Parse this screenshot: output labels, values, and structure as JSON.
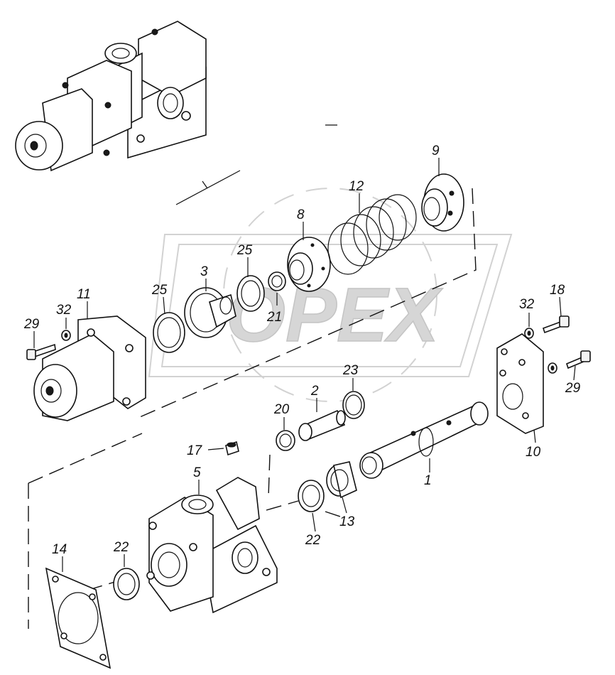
{
  "diagram": {
    "watermark_text": "OPEX",
    "callouts": [
      {
        "id": "c1",
        "label": "1"
      },
      {
        "id": "c2",
        "label": "2"
      },
      {
        "id": "c3",
        "label": "3"
      },
      {
        "id": "c5",
        "label": "5"
      },
      {
        "id": "c8",
        "label": "8"
      },
      {
        "id": "c9",
        "label": "9"
      },
      {
        "id": "c10",
        "label": "10"
      },
      {
        "id": "c11",
        "label": "11"
      },
      {
        "id": "c12",
        "label": "12"
      },
      {
        "id": "c13",
        "label": "13"
      },
      {
        "id": "c14",
        "label": "14"
      },
      {
        "id": "c17",
        "label": "17"
      },
      {
        "id": "c18",
        "label": "18"
      },
      {
        "id": "c20",
        "label": "20"
      },
      {
        "id": "c21",
        "label": "21"
      },
      {
        "id": "c22a",
        "label": "22"
      },
      {
        "id": "c22b",
        "label": "22"
      },
      {
        "id": "c23",
        "label": "23"
      },
      {
        "id": "c25a",
        "label": "25"
      },
      {
        "id": "c25b",
        "label": "25"
      },
      {
        "id": "c29a",
        "label": "29"
      },
      {
        "id": "c29b",
        "label": "29"
      },
      {
        "id": "c32a",
        "label": "32"
      },
      {
        "id": "c32b",
        "label": "32"
      }
    ]
  }
}
